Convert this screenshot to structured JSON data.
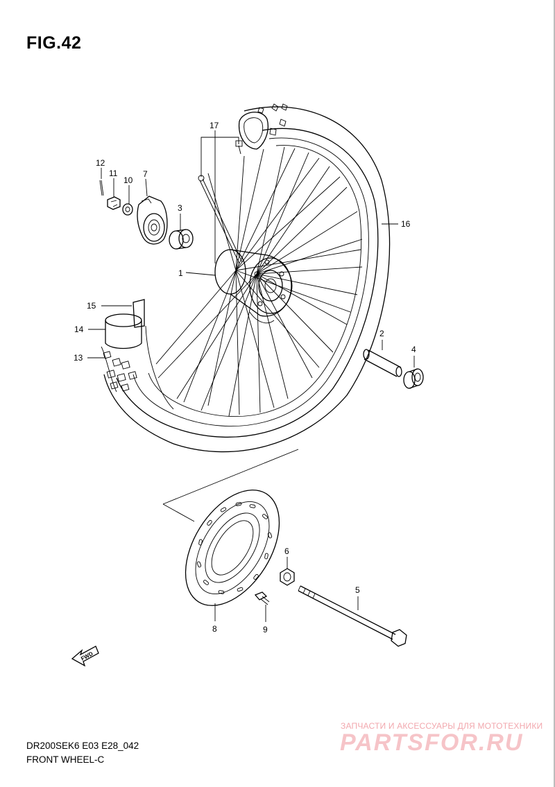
{
  "figure": {
    "title": "FIG.42"
  },
  "footer": {
    "model": "DR200SEK6 E03 E28_042",
    "section": "FRONT WHEEL-C"
  },
  "watermark": {
    "tagline": "ЗАПЧАСТИ И АКСЕССУАРЫ ДЛЯ МОТОТЕХНИКИ",
    "brand": "PARTSFOR.RU"
  },
  "fwd_label": "FWD",
  "callouts": {
    "c1": "1",
    "c2": "2",
    "c3": "3",
    "c4": "4",
    "c5": "5",
    "c6": "6",
    "c7": "7",
    "c8": "8",
    "c9": "9",
    "c10": "10",
    "c11": "11",
    "c12": "12",
    "c13": "13",
    "c14": "14",
    "c15": "15",
    "c16": "16",
    "c17": "17"
  }
}
